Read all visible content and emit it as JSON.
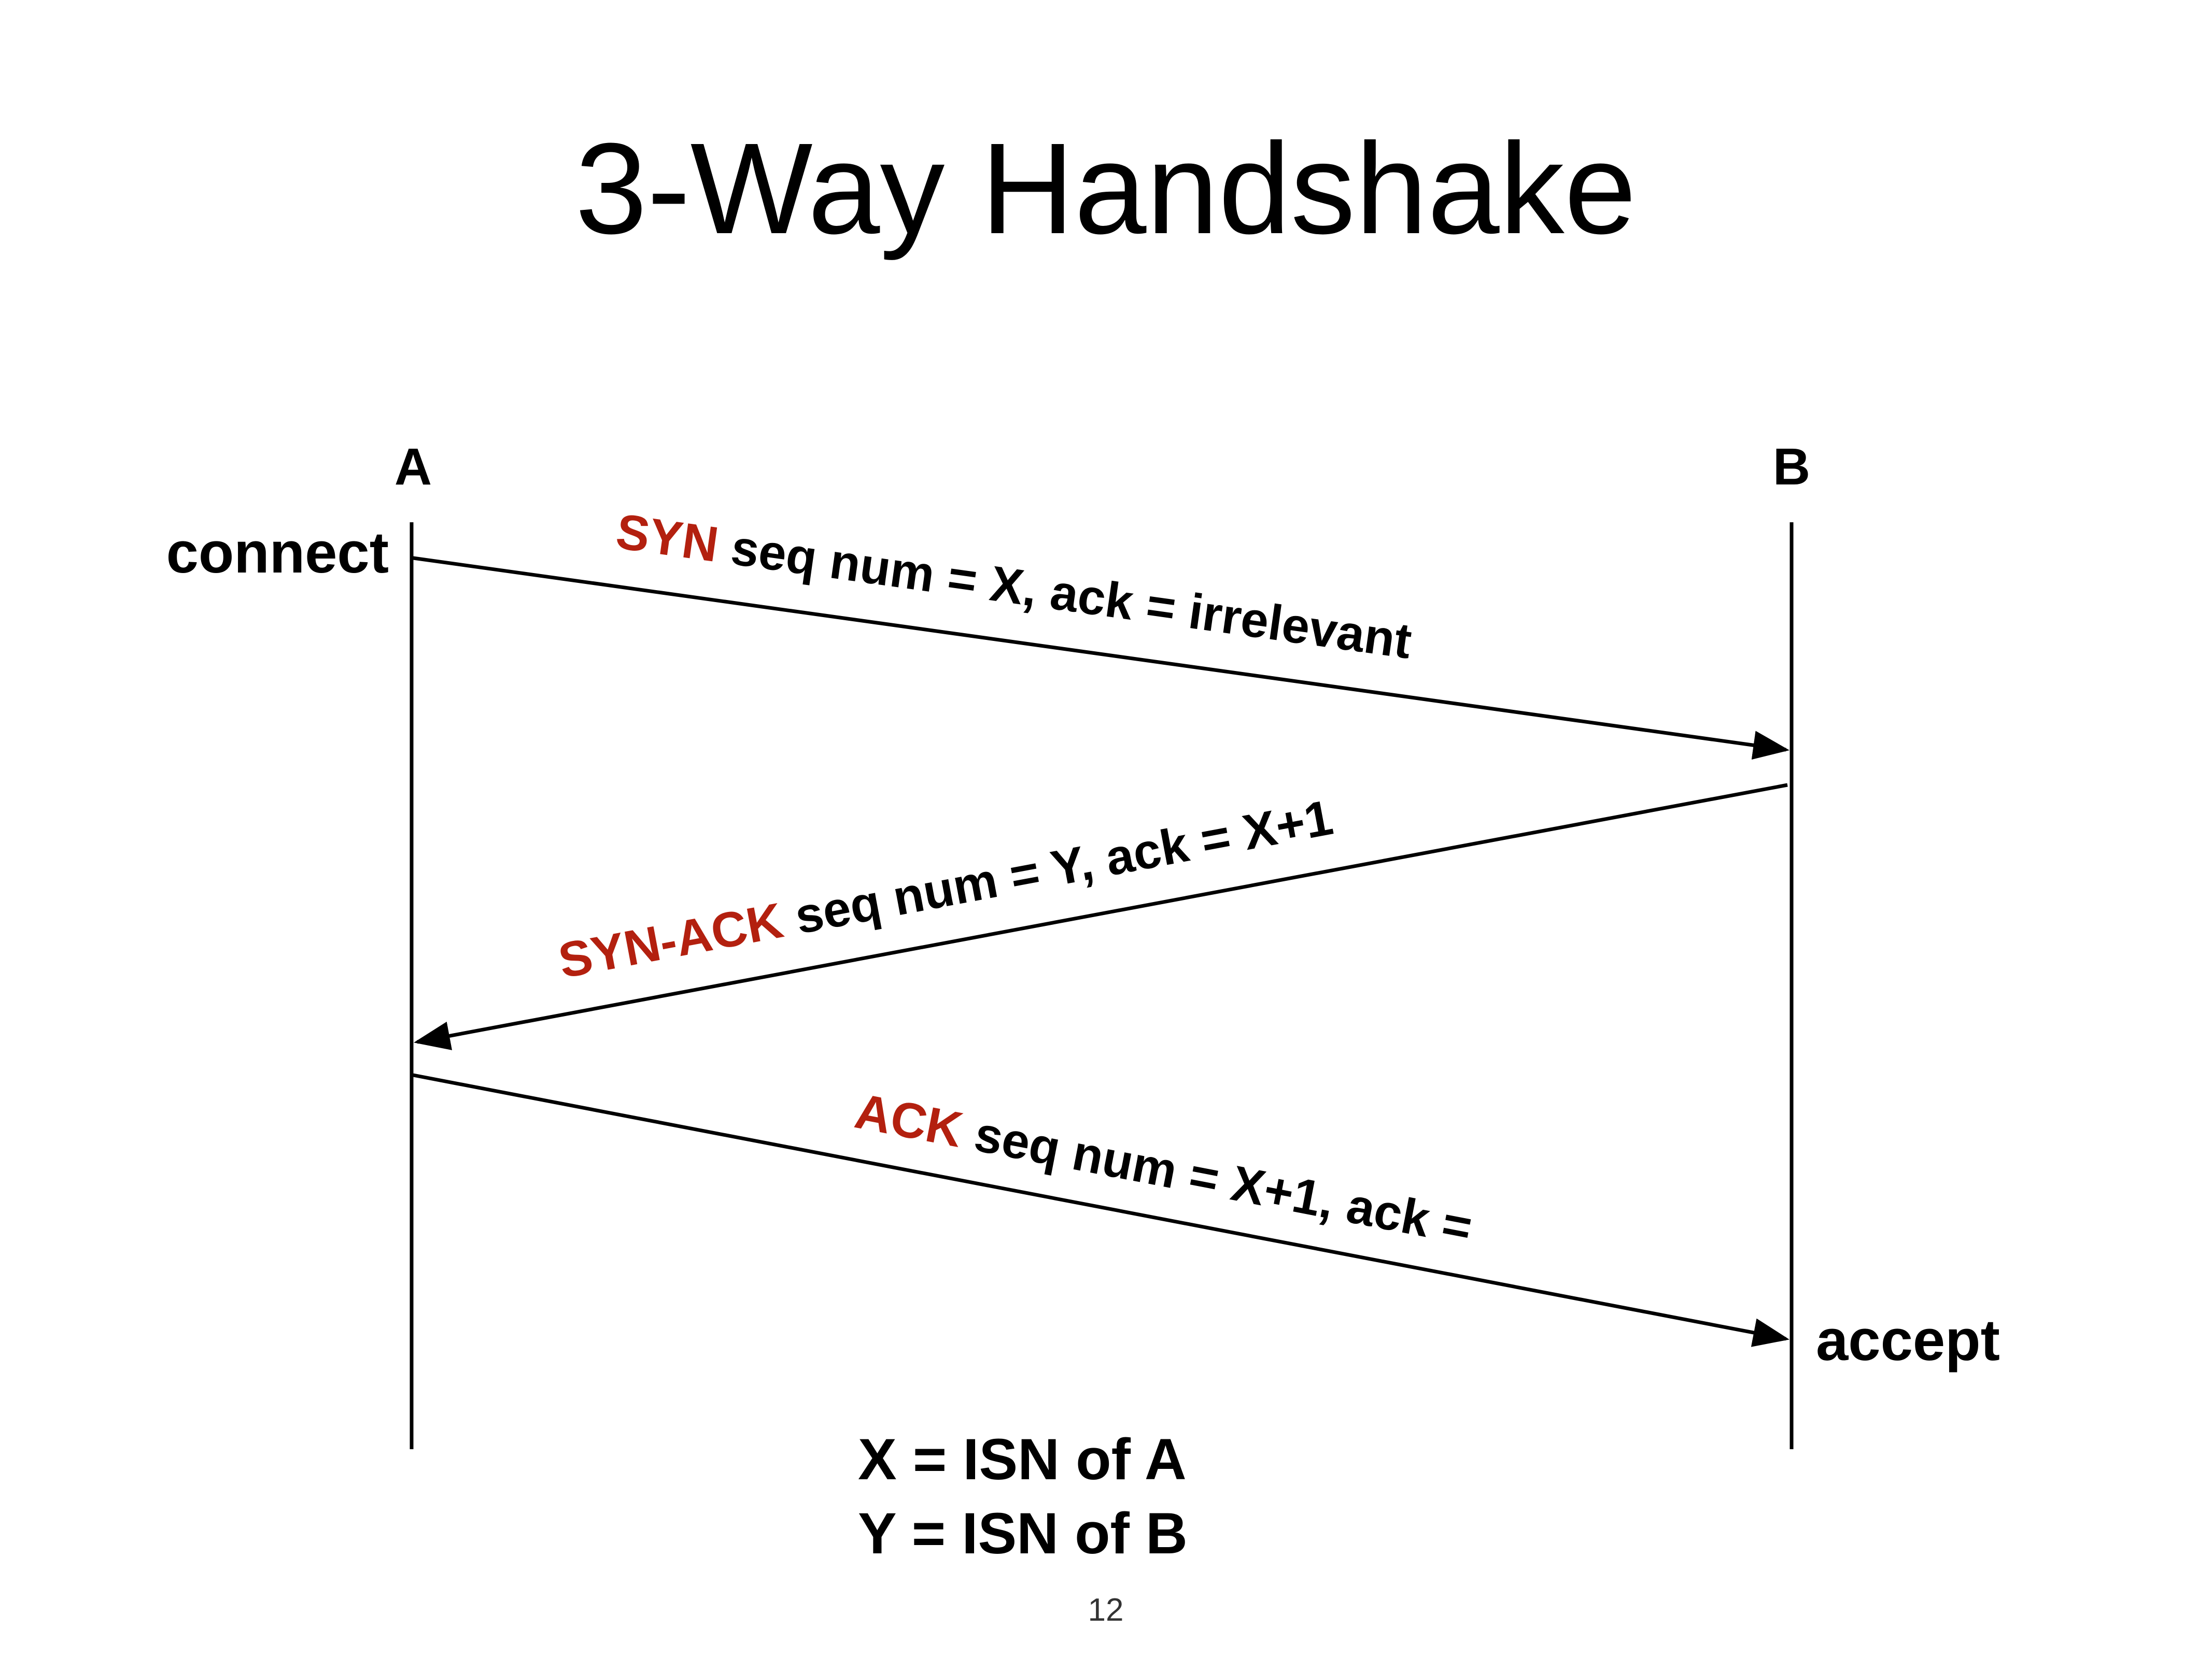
{
  "title": "3-Way Handshake",
  "hosts": {
    "a": {
      "label": "A",
      "action": "connect"
    },
    "b": {
      "label": "B",
      "action": "accept"
    }
  },
  "messages": [
    {
      "keyword": "SYN",
      "text": " seq num = X, ack = irrelevant",
      "direction": "A-to-B"
    },
    {
      "keyword": "SYN-ACK",
      "text": " seq num = Y, ack = X+1",
      "direction": "B-to-A"
    },
    {
      "keyword": "ACK",
      "text": " seq num = X+1, ack =",
      "direction": "A-to-B"
    }
  ],
  "legend": [
    "X = ISN of A",
    "Y = ISN of B"
  ],
  "page_number": "12",
  "colors": {
    "keyword": "#b3200f",
    "line": "#000000",
    "text": "#000000"
  }
}
